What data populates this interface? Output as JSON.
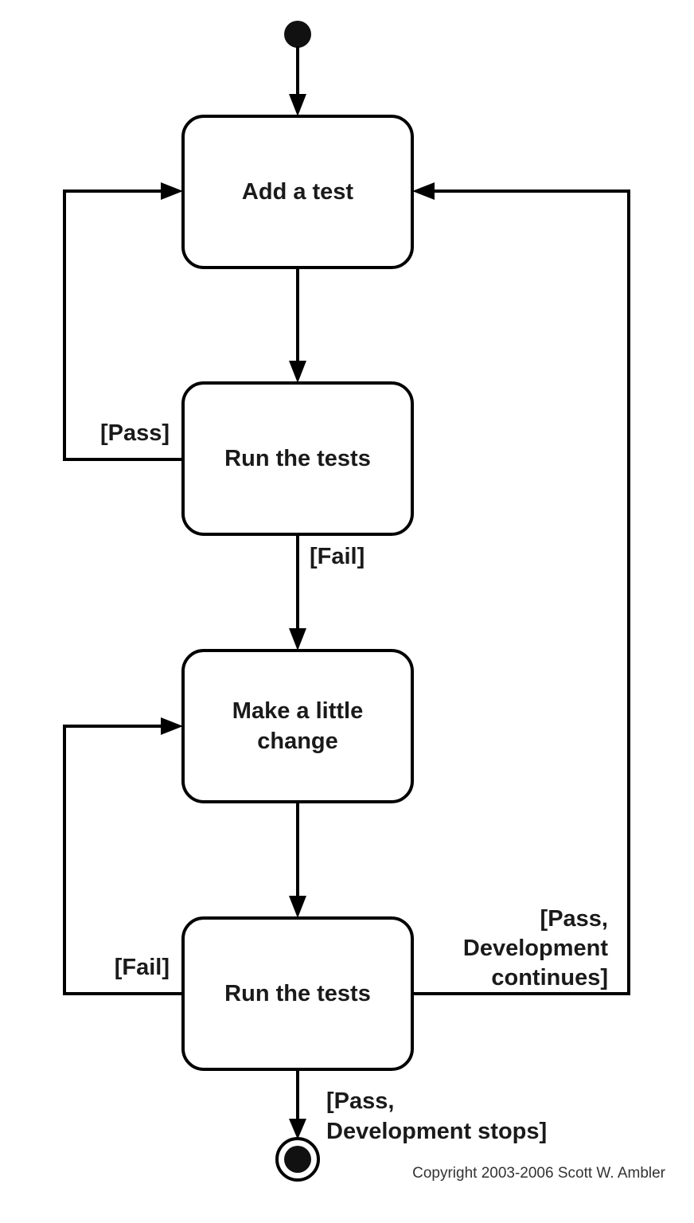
{
  "diagram": {
    "states": {
      "add_test": "Add a test",
      "run_tests_1": "Run the tests",
      "make_change_line1": "Make a little",
      "make_change_line2": "change",
      "run_tests_2": "Run the tests"
    },
    "guards": {
      "pass_1": "[Pass]",
      "fail_1": "[Fail]",
      "fail_2": "[Fail]",
      "pass_continue_line1": "[Pass,",
      "pass_continue_line2": "Development",
      "pass_continue_line3": "continues]",
      "pass_stop_line1": "[Pass,",
      "pass_stop_line2": "Development stops]"
    },
    "copyright": "Copyright 2003-2006 Scott W. Ambler"
  }
}
